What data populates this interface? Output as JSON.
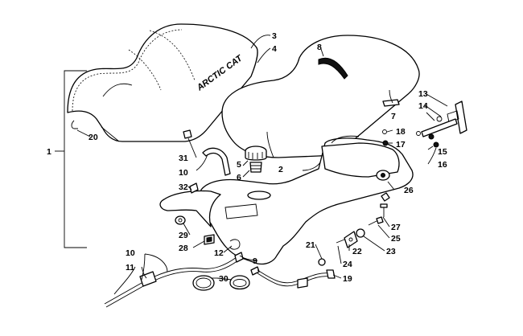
{
  "diagram": {
    "brand_text": "ARCTIC CAT",
    "callouts": {
      "c1": "1",
      "c2": "2",
      "c3": "3",
      "c4": "4",
      "c5": "5",
      "c6": "6",
      "c7": "7",
      "c8": "8",
      "c9": "9",
      "c10a": "10",
      "c10b": "10",
      "c11": "11",
      "c12": "12",
      "c13": "13",
      "c14": "14",
      "c15": "15",
      "c16": "16",
      "c17": "17",
      "c18": "18",
      "c19": "19",
      "c20": "20",
      "c21": "21",
      "c22": "22",
      "c23": "23",
      "c24": "24",
      "c25": "25",
      "c26": "26",
      "c27": "27",
      "c28": "28",
      "c29": "29",
      "c30": "30",
      "c31": "31",
      "c32": "32"
    }
  }
}
